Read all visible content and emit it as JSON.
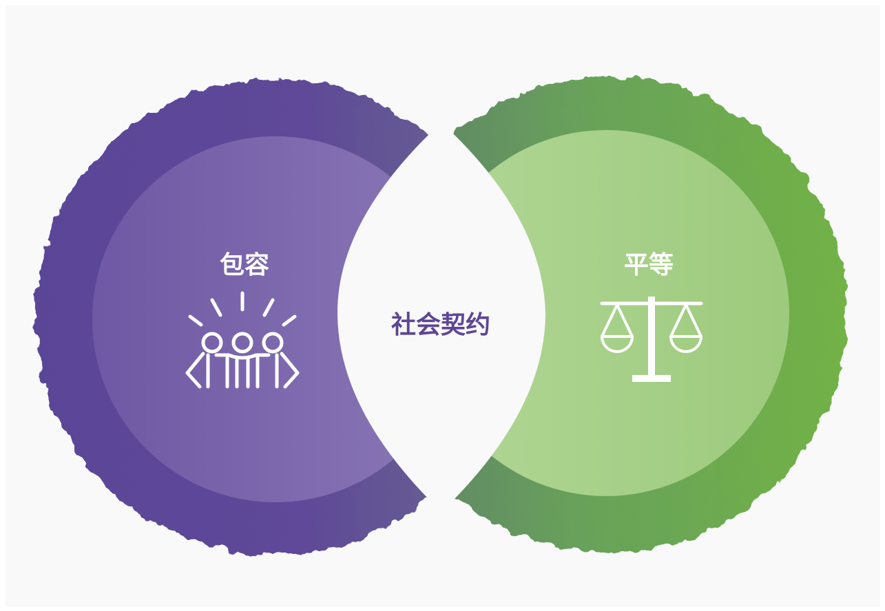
{
  "diagram": {
    "left_circle": {
      "label": "包容",
      "icon": "group-of-people-icon",
      "color_outer": "#5b4597",
      "color_inner": "#7d67ad"
    },
    "right_circle": {
      "label": "平等",
      "icon": "balance-scale-icon",
      "color_outer": "#6fae47",
      "color_inner": "#a6cf87"
    },
    "intersection": {
      "label": "社会契约",
      "color": "#5e4694"
    }
  }
}
